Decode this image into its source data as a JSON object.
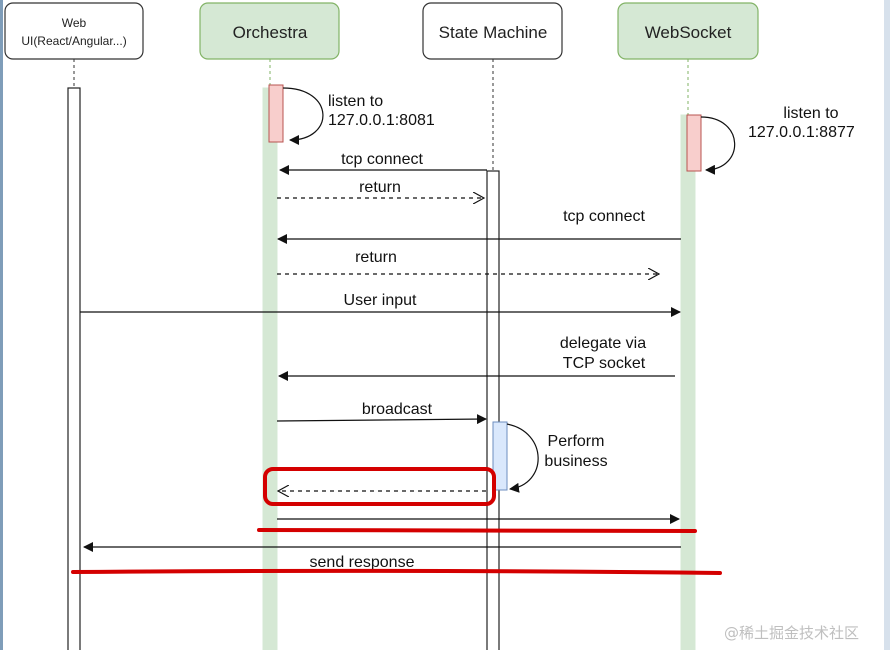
{
  "actors": {
    "web": {
      "line1": "Web",
      "line2": "UI(React/Angular...)"
    },
    "orchestra": "Orchestra",
    "state_machine": "State Machine",
    "websocket": "WebSocket"
  },
  "notes": {
    "orchestra_listen": {
      "line1": "listen to",
      "line2": "127.0.0.1:8081"
    },
    "websocket_listen": {
      "line1": "listen to",
      "line2": "127.0.0.1:8877"
    },
    "perform": {
      "line1": "Perform",
      "line2": "business"
    }
  },
  "messages": {
    "tcp_connect_1": "tcp connect",
    "return_1": "return",
    "tcp_connect_2": "tcp connect",
    "return_2": "return",
    "user_input": "User input",
    "delegate": {
      "line1": "delegate via",
      "line2": "TCP socket"
    },
    "broadcast": "broadcast",
    "send_response": "send response"
  },
  "watermark": "@稀土掘金技术社区",
  "colors": {
    "green_fill": "#d5e8d4",
    "green_stroke": "#82b366",
    "red_fill": "#f8cecc",
    "red_stroke": "#b85450",
    "blue_fill": "#dae8fc",
    "blue_stroke": "#6c8ebf",
    "highlight_red": "#d40000"
  }
}
